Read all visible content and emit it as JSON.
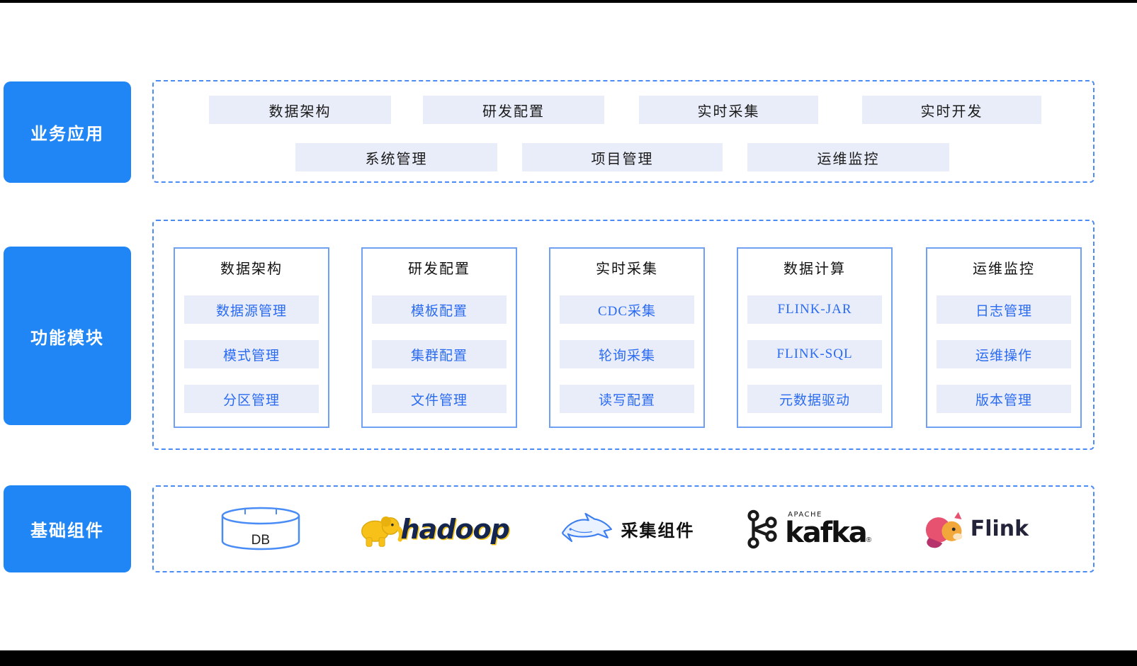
{
  "colors": {
    "accent_blue": "#2086F6",
    "dashed_border": "#4B8BF5",
    "column_border": "#6FA0F2",
    "chip_bg": "#E9EDF9",
    "chip_text_blue": "#2A6BF2",
    "hadoop_yellow": "#F5C518",
    "flink_pink": "#E6526F",
    "flink_orange": "#F2A73B"
  },
  "layers": {
    "business": {
      "label": "业务应用",
      "row1": [
        "数据架构",
        "研发配置",
        "实时采集",
        "实时开发"
      ],
      "row2": [
        "系统管理",
        "项目管理",
        "运维监控"
      ]
    },
    "modules": {
      "label": "功能模块",
      "columns": [
        {
          "title": "数据架构",
          "items": [
            "数据源管理",
            "模式管理",
            "分区管理"
          ]
        },
        {
          "title": "研发配置",
          "items": [
            "模板配置",
            "集群配置",
            "文件管理"
          ]
        },
        {
          "title": "实时采集",
          "items": [
            "CDC采集",
            "轮询采集",
            "读写配置"
          ]
        },
        {
          "title": "数据计算",
          "items": [
            "FLINK-JAR",
            "FLINK-SQL",
            "元数据驱动"
          ]
        },
        {
          "title": "运维监控",
          "items": [
            "日志管理",
            "运维操作",
            "版本管理"
          ]
        }
      ]
    },
    "components": {
      "label": "基础组件",
      "items": [
        {
          "name": "database",
          "icon": "database-icon",
          "label": "DB"
        },
        {
          "name": "hadoop",
          "icon": "hadoop-elephant-icon",
          "label": "hadoop"
        },
        {
          "name": "collector",
          "icon": "shark-icon",
          "label": "采集组件"
        },
        {
          "name": "kafka",
          "icon": "kafka-logo-icon",
          "label": "kafka",
          "sub": "APACHE",
          "reg": "®"
        },
        {
          "name": "flink",
          "icon": "flink-squirrel-icon",
          "label": "Flink"
        }
      ]
    }
  }
}
